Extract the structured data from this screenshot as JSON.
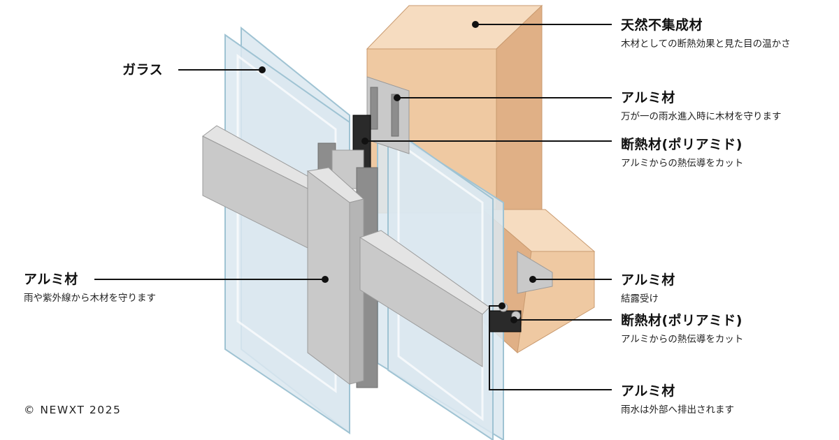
{
  "colors": {
    "wood": "#efc9a2",
    "wood_side": "#e0b086",
    "wood_top": "#f6dcc0",
    "glass": "#dbe8f0",
    "glass_edge": "#9fc3d3",
    "aluminum": "#c9c9c9",
    "aluminum_dark": "#8d8d8d",
    "thermal_break": "#2a2a2a",
    "leader_line": "#111111"
  },
  "callouts": [
    {
      "id": "wood",
      "title": "天然不集成材",
      "desc": "木材としての断熱効果と見た目の温かさ"
    },
    {
      "id": "alu-inner",
      "title": "アルミ材",
      "desc": "万が一の雨水進入時に木材を守ります"
    },
    {
      "id": "thermal-1",
      "title": "断熱材(ポリアミド)",
      "desc": "アルミからの熱伝導をカット"
    },
    {
      "id": "glass",
      "title": "ガラス",
      "desc": ""
    },
    {
      "id": "alu-cover",
      "title": "アルミ材",
      "desc": "雨や紫外線から木材を守ります"
    },
    {
      "id": "alu-condensation",
      "title": "アルミ材",
      "desc": "結露受け"
    },
    {
      "id": "thermal-2",
      "title": "断熱材(ポリアミド)",
      "desc": "アルミからの熱伝導をカット"
    },
    {
      "id": "alu-drain",
      "title": "アルミ材",
      "desc": "雨水は外部へ排出されます"
    }
  ],
  "copyright": "© NEWXT 2025"
}
